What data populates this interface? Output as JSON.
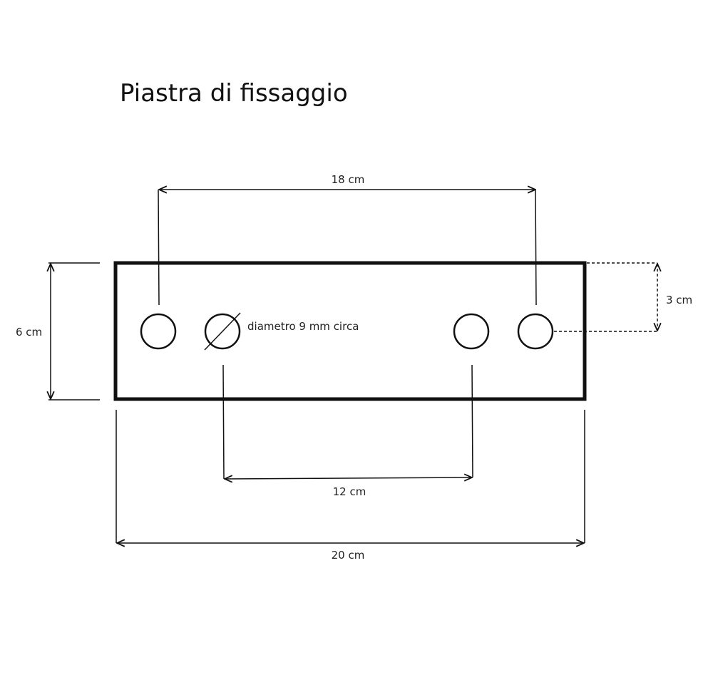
{
  "title": "Piastra di fissaggio",
  "dimensions": {
    "hole_spacing_outer": "18 cm",
    "hole_spacing_inner": "12 cm",
    "plate_width": "20 cm",
    "plate_height": "6 cm",
    "hole_offset": "3 cm",
    "hole_diameter": "diametro 9 mm circa"
  },
  "colors": {
    "stroke": "#111111",
    "background": "#ffffff"
  }
}
